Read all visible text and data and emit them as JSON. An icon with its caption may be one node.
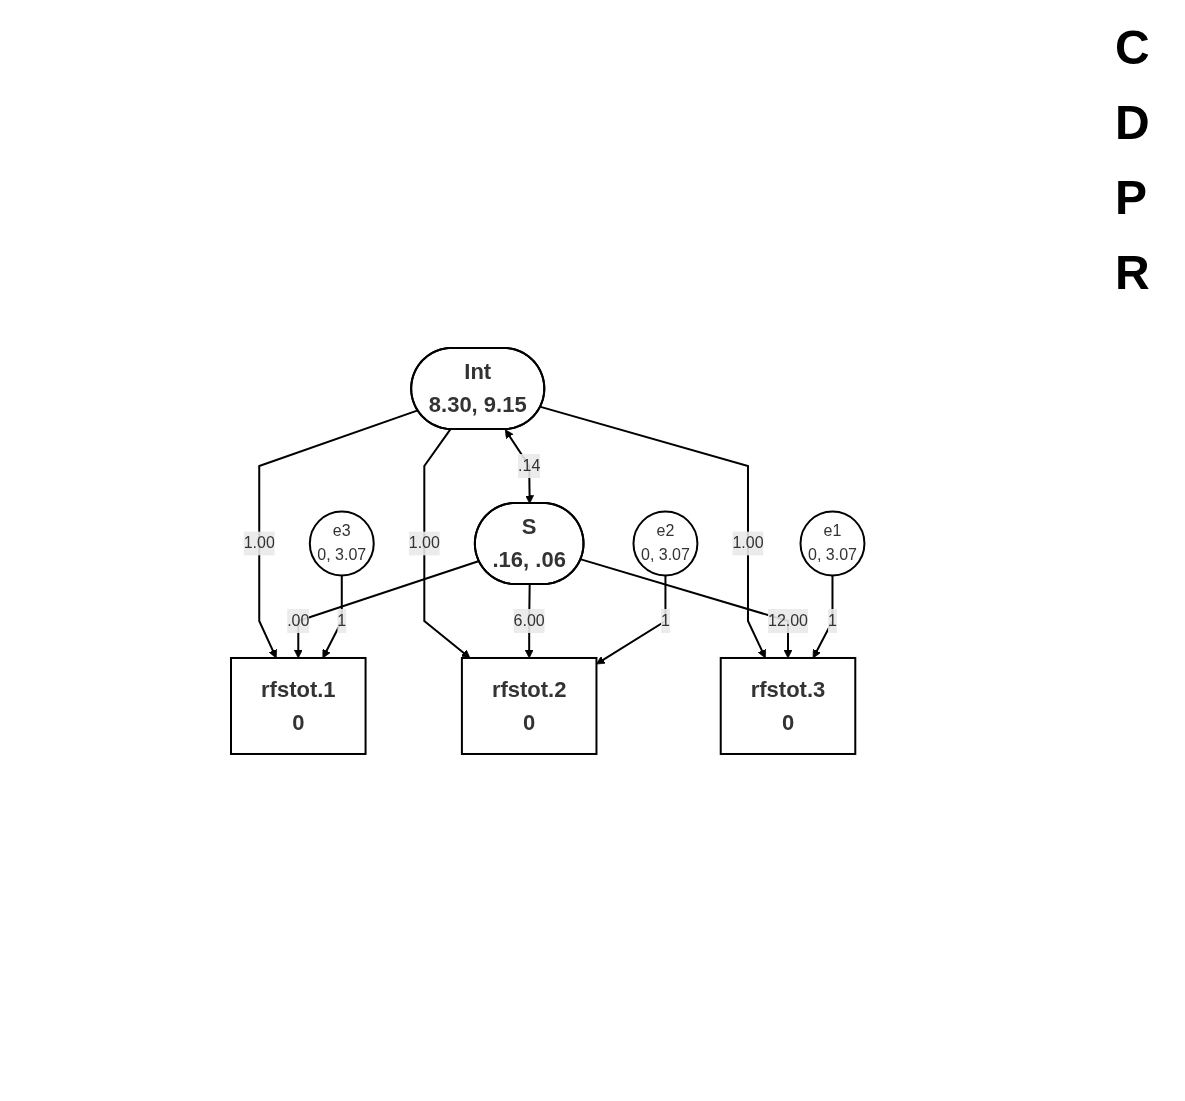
{
  "diagram": {
    "nodes": [
      {
        "text": [
          "Int",
          "8.30, 9.15"
        ]
      },
      {
        "text": [
          "S",
          ".16, .06"
        ]
      },
      {
        "text": [
          "rfstot.1",
          "0"
        ]
      },
      {
        "text": [
          "rfstot.2",
          "0"
        ]
      },
      {
        "text": [
          "rfstot.3",
          "0"
        ]
      },
      {
        "text": [
          "e3",
          "0, 3.07"
        ]
      },
      {
        "text": [
          "e2",
          "0, 3.07"
        ]
      },
      {
        "text": [
          "e1",
          "0, 3.07"
        ]
      }
    ],
    "edges": [
      {
        "from": 0,
        "to": 1,
        "arrow": "both",
        "label": ".14"
      },
      {
        "from": 0,
        "to": 2,
        "arrow": "to",
        "label": "1.00"
      },
      {
        "from": 0,
        "to": 3,
        "arrow": "to",
        "label": "1.00"
      },
      {
        "from": 0,
        "to": 4,
        "arrow": "to",
        "label": "1.00"
      },
      {
        "from": 1,
        "to": 2,
        "arrow": "to",
        "label": ".00"
      },
      {
        "from": 1,
        "to": 3,
        "arrow": "to",
        "label": "6.00"
      },
      {
        "from": 1,
        "to": 4,
        "arrow": "to",
        "label": "12.00"
      },
      {
        "from": 5,
        "to": 2,
        "arrow": "to",
        "label": "1"
      },
      {
        "from": 6,
        "to": 3,
        "arrow": "to",
        "label": "1"
      },
      {
        "from": 7,
        "to": 4,
        "arrow": "to",
        "label": "1"
      }
    ],
    "labels": [
      "C",
      "D",
      "P",
      "R"
    ]
  }
}
